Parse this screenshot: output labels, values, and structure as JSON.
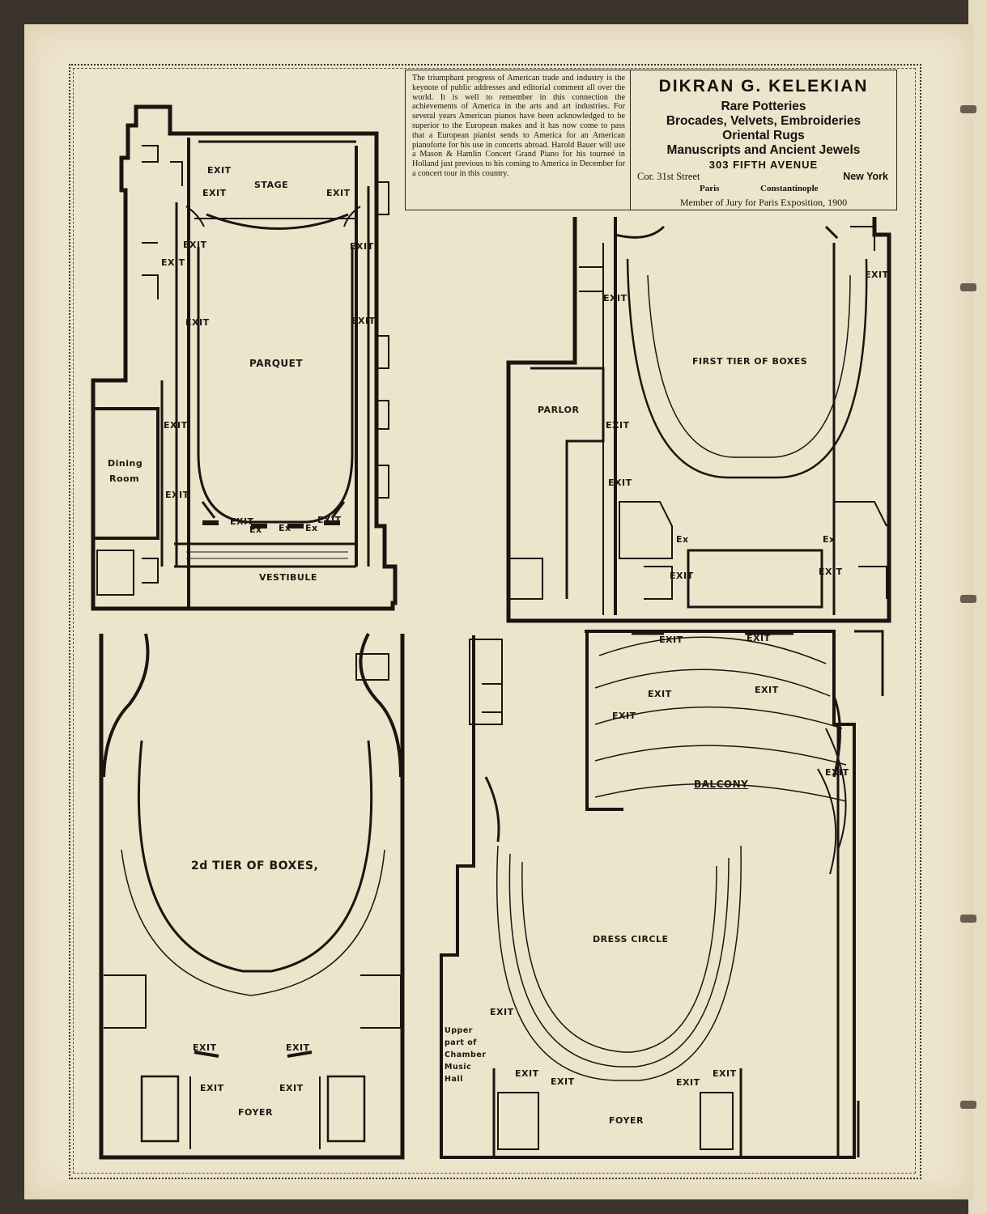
{
  "advertisement": {
    "notice_text": "The triumphant progress of American trade and industry is the keynote of public addresses and editorial comment all over the world. It is well to remember in this connection the achievements of America in the arts and art industries. For several years American pianos have been acknowledged to be superior to the European makes and it has now come to pass that a European pianist sends to America for an American pianoforte for his use in concerts abroad. Harold Bauer will use a Mason & Hamlin Concert Grand Piano for his tourneé in Holland just previous to his coming to America in December for a concert tour in this country.",
    "dealer_name": "DIKRAN G. KELEKIAN",
    "line1": "Rare Potteries",
    "line2": "Brocades, Velvets, Embroideries",
    "line3": "Oriental Rugs",
    "line4": "Manuscripts and Ancient Jewels",
    "address": "303 FIFTH AVENUE",
    "cross_street": "Cor. 31st Street",
    "city": "New York",
    "branch1": "Paris",
    "branch2": "Constantinople",
    "jury": "Member of Jury for Paris Exposition, 1900"
  },
  "plans": {
    "parquet": {
      "stage": "STAGE",
      "parquet": "PARQUET",
      "vestibule": "VESTIBULE",
      "dining": "Dining",
      "room": "Room",
      "exit": "EXIT",
      "ex": "Ex"
    },
    "first_tier": {
      "title": "FIRST TIER OF BOXES",
      "parlor": "PARLOR",
      "exit": "EXIT",
      "ex": "Ex"
    },
    "second_tier": {
      "title": "2d TIER OF BOXES,",
      "foyer": "FOYER",
      "exit": "EXIT"
    },
    "balcony": {
      "balcony": "BALCONY",
      "dress_circle": "DRESS CIRCLE",
      "foyer": "FOYER",
      "exit": "EXIT",
      "upper": "Upper part of Chamber Music Hall"
    }
  }
}
